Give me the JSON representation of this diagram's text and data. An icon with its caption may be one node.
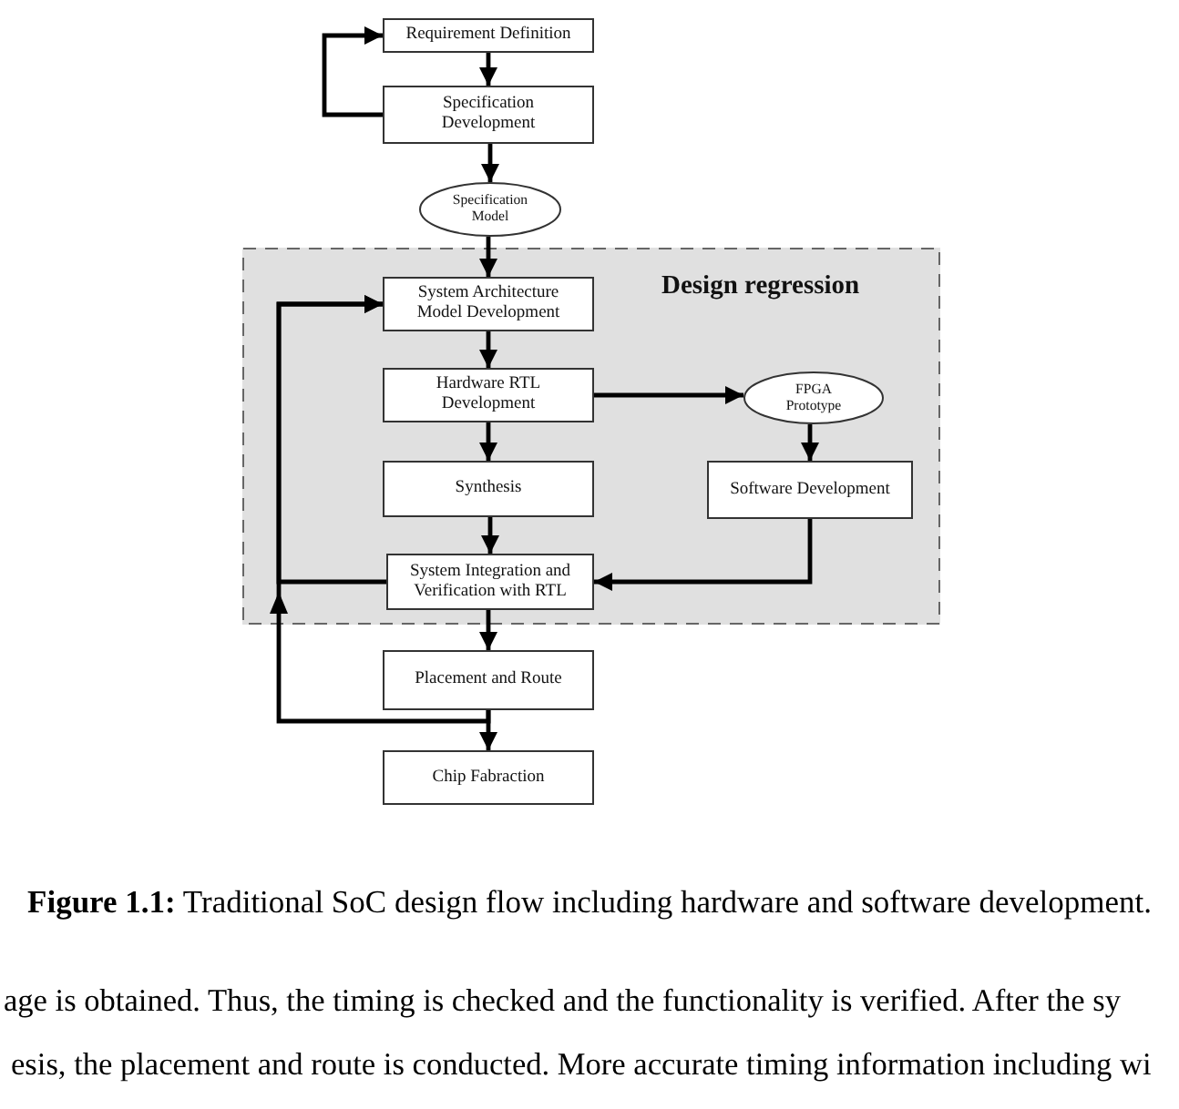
{
  "diagram": {
    "caption": "**Figure 1.1:** Traditional SoC design flow including hardware and software development.",
    "nodes": [
      {
        "text": [
          "Requirement Definition"
        ]
      },
      {
        "text": [
          "Specification Development"
        ]
      },
      {
        "text": [
          "Specification Model"
        ]
      },
      {
        "text": [
          "Design regression"
        ]
      },
      {
        "text": [
          "System Architecture Model Development"
        ],
        "in": 3
      },
      {
        "text": [
          "Hardware RTL Development"
        ],
        "in": 3
      },
      {
        "text": [
          "FPGA Prototype"
        ],
        "in": 3
      },
      {
        "text": [
          "Synthesis"
        ],
        "in": 3
      },
      {
        "text": [
          "Software Development"
        ],
        "in": 3
      },
      {
        "text": [
          "System Integration and Verification with RTL"
        ],
        "in": 3
      },
      {
        "text": [
          "Placement and Route"
        ]
      },
      {
        "text": [
          "Chip Fabraction"
        ]
      }
    ],
    "edges": [
      {
        "from": 0,
        "to": 1,
        "arrow": "to"
      },
      {
        "from": 1,
        "to": 0,
        "arrow": "to"
      },
      {
        "from": 1,
        "to": 2,
        "arrow": "to"
      },
      {
        "from": 2,
        "to": 4,
        "arrow": "to"
      },
      {
        "from": 4,
        "to": 5,
        "arrow": "to"
      },
      {
        "from": 5,
        "to": 6,
        "arrow": "to"
      },
      {
        "from": 5,
        "to": 7,
        "arrow": "to"
      },
      {
        "from": 6,
        "to": 8,
        "arrow": "to"
      },
      {
        "from": 7,
        "to": 9,
        "arrow": "to"
      },
      {
        "from": 8,
        "to": 9,
        "arrow": "to"
      },
      {
        "from": 9,
        "to": 4,
        "arrow": "to"
      },
      {
        "from": 9,
        "to": 10,
        "arrow": "to"
      },
      {
        "from": 10,
        "to": 11,
        "arrow": "to"
      },
      {
        "from": 10,
        "to": 4,
        "arrow": "to"
      }
    ],
    "labels": [
      "age is obtained. Thus, the timing is checked and the functionality is verified. After the sy",
      "esis, the placement and route is conducted. More accurate timing information including wi"
    ]
  }
}
